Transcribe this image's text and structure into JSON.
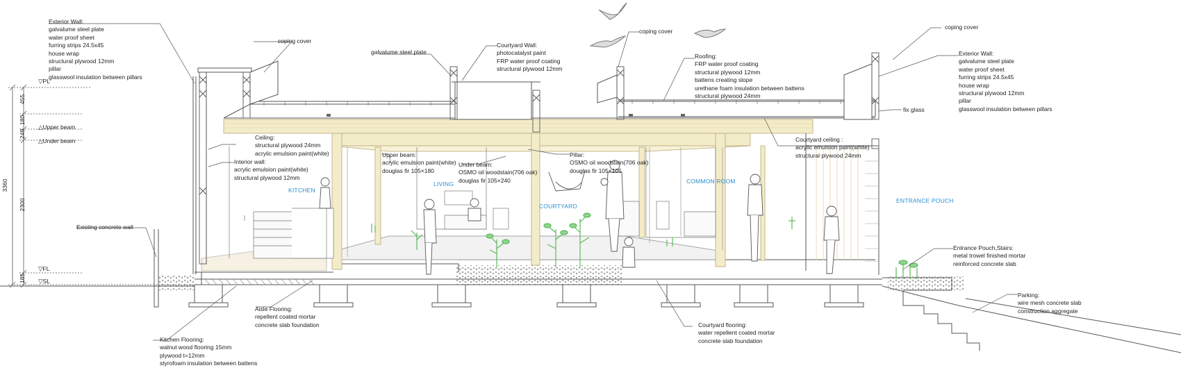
{
  "annotations": {
    "exterior_wall_left": {
      "title": "Exterior Wall:",
      "lines": [
        "galvalume steel plate",
        "water proof sheet",
        "furring strips 24.5x45",
        "house wrap",
        "structural plywood 12mm",
        "pillar",
        "glasswool insulation between pillars"
      ]
    },
    "coping_cover_left": {
      "title": "coping cover",
      "lines": []
    },
    "galvalume_steel_plate": {
      "title": "galvalume steel plate",
      "lines": []
    },
    "courtyard_wall": {
      "title": "Courtyard Wall:",
      "lines": [
        "photocatalyst paint",
        "FRP water proof coating",
        "structural plywood 12mm"
      ]
    },
    "coping_cover_center": {
      "title": "coping cover",
      "lines": []
    },
    "roofing": {
      "title": "Roofing:",
      "lines": [
        "FRP water proof coating",
        "structural plywood 12mm",
        "battens creating slope",
        "urethane foam insulation between battens",
        "structural plywood 24mm"
      ]
    },
    "coping_cover_right": {
      "title": "coping cover",
      "lines": []
    },
    "exterior_wall_right": {
      "title": "Exterior Wall:",
      "lines": [
        "galvalume steel plate",
        "water proof sheet",
        "furring strips 24.5x45",
        "house wrap",
        "structural plywood 12mm",
        "pillar",
        "glasswool insulation between pillars"
      ]
    },
    "fix_glass": {
      "title": "fix glass",
      "lines": []
    },
    "ceiling": {
      "title": "Ceiling:",
      "lines": [
        "structural plywood 24mm",
        "acrylic emulsion paint(white)"
      ]
    },
    "courtyard_ceiling": {
      "title": "Courtyard ceiling :",
      "lines": [
        "acrylic emulsion paint(white)",
        "structural plywood 24mm"
      ]
    },
    "interior_wall": {
      "title": "Interior wall:",
      "lines": [
        "acrylic emulsion paint(white)",
        "structural plywood 12mm"
      ]
    },
    "upper_beam": {
      "title": "Upper beam:",
      "lines": [
        "acrylic emulsion paint(white)",
        "douglas fir 105×180"
      ]
    },
    "under_beam": {
      "title": "Under beam:",
      "lines": [
        "OSMO oil woodstain(706 oak)",
        "douglas fir 105×240"
      ]
    },
    "pillar": {
      "title": "Pillar:",
      "lines": [
        "OSMO oil woodstain(706 oak)",
        "douglas fir 105×105"
      ]
    },
    "existing_concrete_wall": {
      "title": "Existing concrete wall",
      "lines": []
    },
    "entrance_pouch_stairs": {
      "title": "Entrance Pouch,Stairs:",
      "lines": [
        "metal trowel finished mortar",
        "reinforced concrete slab"
      ]
    },
    "parking": {
      "title": "Parking:",
      "lines": [
        "wire mesh concrete slab",
        "construction aggregate"
      ]
    },
    "aisle_flooring": {
      "title": "Aisle Flooring:",
      "lines": [
        "repellent coated mortar",
        "concrete slab foundation"
      ]
    },
    "courtyard_flooring": {
      "title": "Courtyard flooring:",
      "lines": [
        "water repellent coated mortar",
        "concrete slab foundation"
      ]
    },
    "kitchen_flooring": {
      "title": "Kitchen Flooring:",
      "lines": [
        "walnut wood flooring 15mm",
        "plywood t=12mm",
        "styrofoam insulation between battens"
      ]
    }
  },
  "rooms": {
    "kitchen": "KITCHEN",
    "living": "LIVING",
    "courtyard": "COURTYARD",
    "common_room": "COMMON ROOM",
    "entrance_pouch": "ENTRANCE POUCH"
  },
  "levels": {
    "pl": "▽PL",
    "upper_beam": "△Upper beam",
    "under_beam": "△Under beam",
    "fl": "▽FL",
    "sl": "▽SL"
  },
  "dimensions": {
    "total": "3360",
    "d455": "455",
    "d180": "180",
    "d240": "240",
    "d2300": "2300",
    "d185": "185"
  },
  "colors": {
    "line": "#555555",
    "timber": "#f3ecc8",
    "timber_stroke": "#b8a878",
    "room_label": "#2a8fd6",
    "plant": "#5cb85c"
  }
}
